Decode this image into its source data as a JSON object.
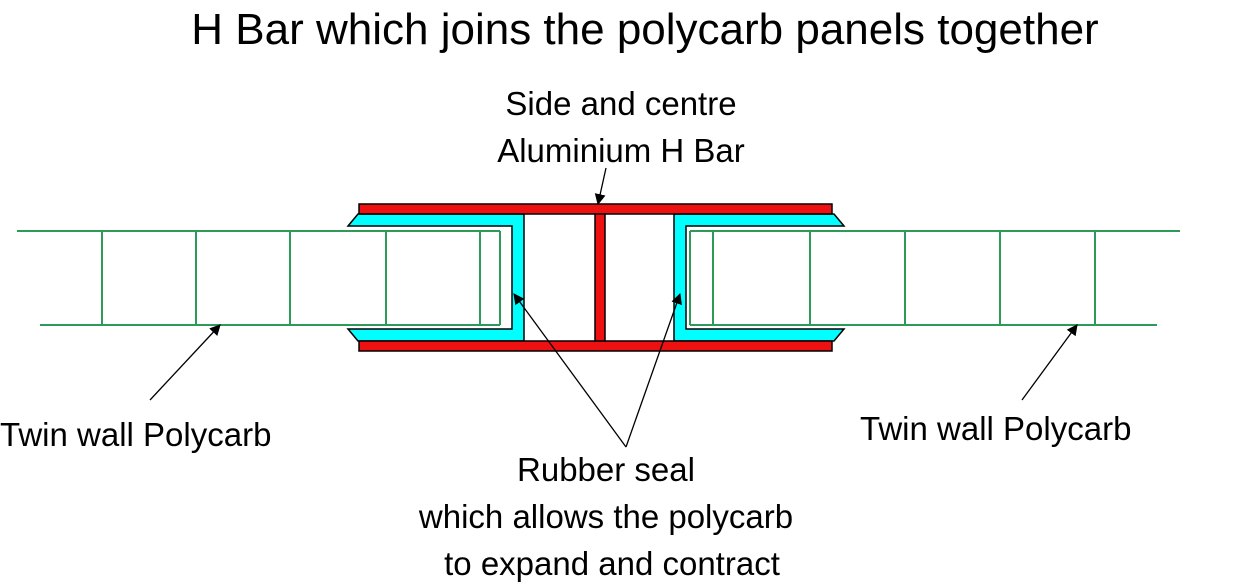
{
  "title": "H Bar which joins the polycarb panels together",
  "labels": {
    "h_bar_line1": "Side and centre",
    "h_bar_line2": "Aluminium H Bar",
    "left_polycarb": "Twin wall Polycarb",
    "right_polycarb": "Twin wall Polycarb",
    "seal_line1": "Rubber seal",
    "seal_line2": "which allows the polycarb",
    "seal_line3": "to expand and contract"
  },
  "colors": {
    "h_bar": "#ee1111",
    "rubber_seal": "#00ffff",
    "polycarb": "#2e9a5a",
    "outline": "#000000"
  }
}
